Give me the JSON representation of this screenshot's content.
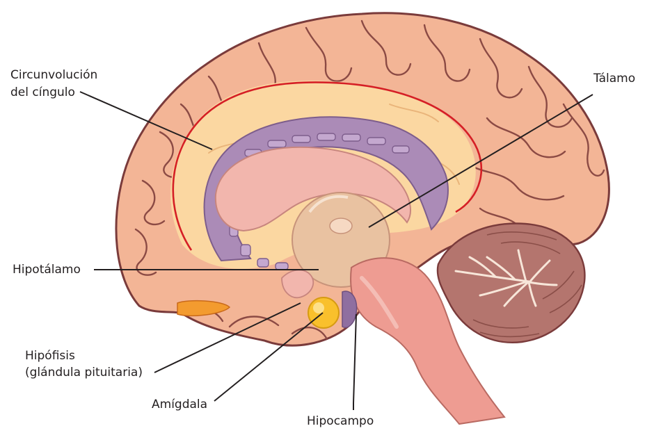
{
  "labels": {
    "cingulate_line1": "Circunvolución",
    "cingulate_line2": "del cíngulo",
    "thalamus": "Tálamo",
    "hypothalamus": "Hipotálamo",
    "pituitary_line1": "Hipófisis",
    "pituitary_line2": "(glándula pituitaria)",
    "amygdala": "Amígdala",
    "hippocampus": "Hipocampo"
  },
  "colors": {
    "cortex": "#f3b596",
    "cortex_outline": "#7a3b3b",
    "limbic_zone": "#fbd7a1",
    "cingulate_outline": "#d51f26",
    "fornix": "#ab8bb7",
    "thalamus": "#e9c2a1",
    "brainstem": "#ee9c92",
    "pituitary": "#f9c02c",
    "cerebellum": "#b4756e",
    "leader_line": "#231f20"
  }
}
